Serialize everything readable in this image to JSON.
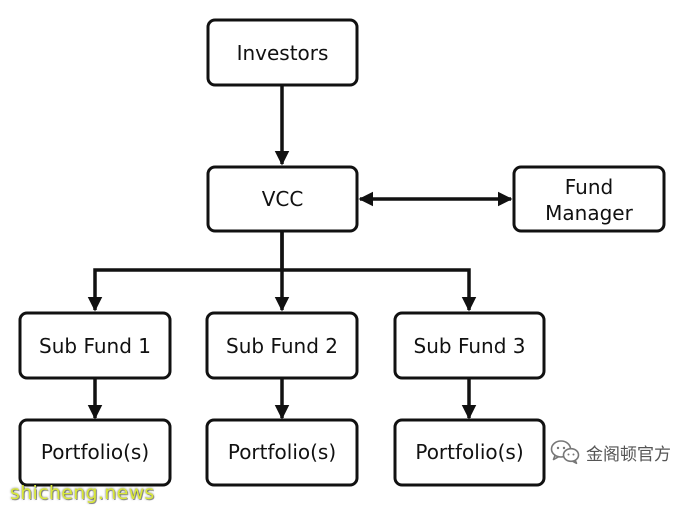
{
  "nodes": {
    "investors": "Investors",
    "vcc": "VCC",
    "fund_manager": [
      "Fund",
      "Manager"
    ],
    "sub_fund_1": "Sub Fund 1",
    "sub_fund_2": "Sub Fund 2",
    "sub_fund_3": "Sub Fund 3",
    "portfolio_1": "Portfolio(s)",
    "portfolio_2": "Portfolio(s)",
    "portfolio_3": "Portfolio(s)"
  },
  "edges": [
    {
      "from": "investors",
      "to": "vcc",
      "direction": "forward"
    },
    {
      "from": "vcc",
      "to": "fund_manager",
      "direction": "both"
    },
    {
      "from": "vcc",
      "to": "sub_fund_1",
      "direction": "forward"
    },
    {
      "from": "vcc",
      "to": "sub_fund_2",
      "direction": "forward"
    },
    {
      "from": "vcc",
      "to": "sub_fund_3",
      "direction": "forward"
    },
    {
      "from": "sub_fund_1",
      "to": "portfolio_1",
      "direction": "forward"
    },
    {
      "from": "sub_fund_2",
      "to": "portfolio_2",
      "direction": "forward"
    },
    {
      "from": "sub_fund_3",
      "to": "portfolio_3",
      "direction": "forward"
    }
  ],
  "watermarks": {
    "left_site": "shicheng.news",
    "right_account": "金阁顿官方",
    "right_icon": "wechat-icon"
  },
  "colors": {
    "stroke": "#111111",
    "box_fill": "#ffffff",
    "watermark_left": "#d9e83a",
    "watermark_right": "#555555"
  }
}
